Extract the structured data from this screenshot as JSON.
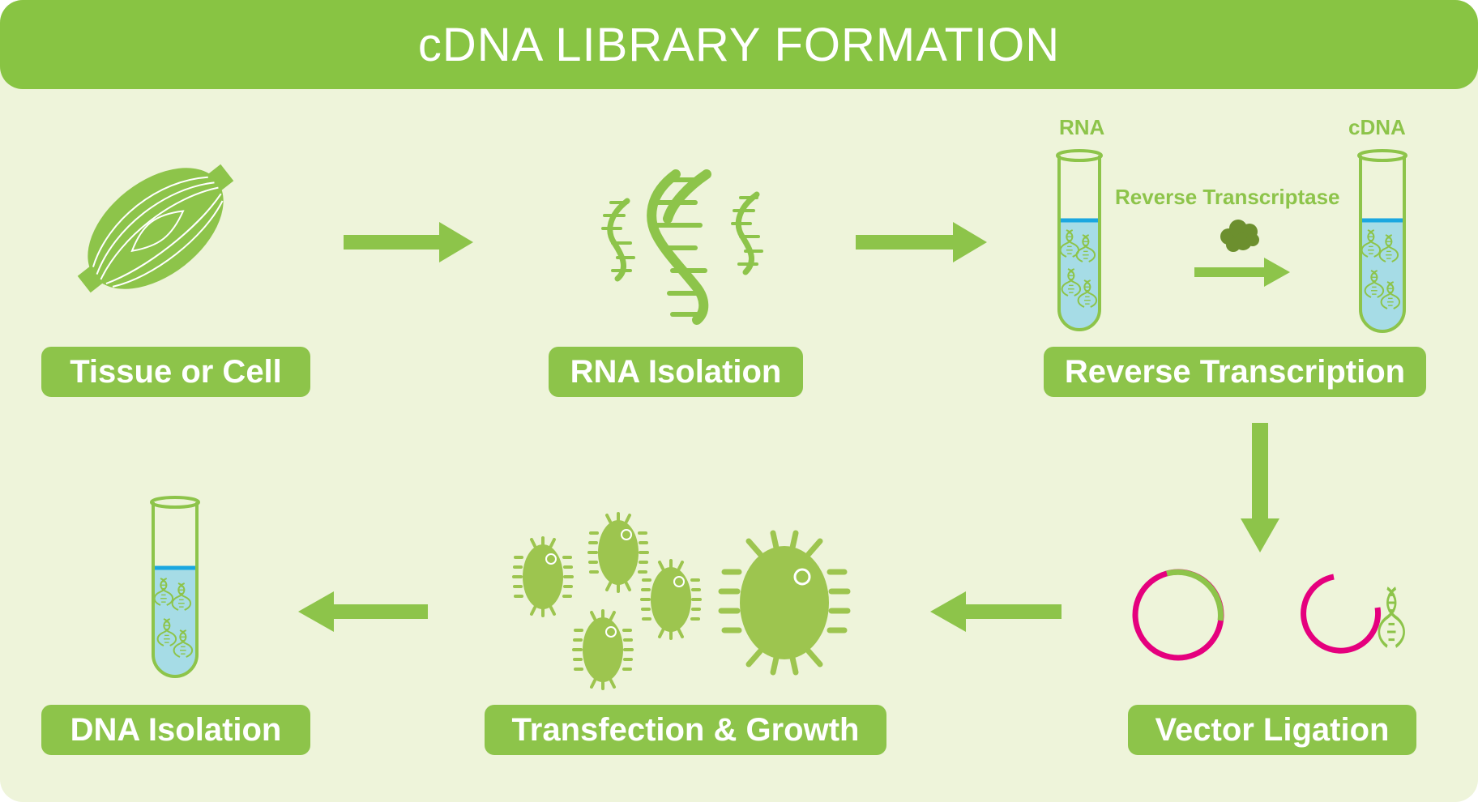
{
  "title": "cDNA LIBRARY FORMATION",
  "steps": [
    {
      "label": "Tissue or Cell"
    },
    {
      "label": "RNA Isolation"
    },
    {
      "label": "Reverse Transcription"
    },
    {
      "label": "Vector Ligation"
    },
    {
      "label": "Transfection & Growth"
    },
    {
      "label": "DNA Isolation"
    }
  ],
  "reverse_transcription": {
    "tube_left_label": "RNA",
    "tube_right_label": "cDNA",
    "enzyme_label": "Reverse Transcriptase"
  },
  "colors": {
    "green": "#8dc44a",
    "light_background": "#eef4da",
    "liquid": "#a6dce6",
    "liquid_top": "#1aa7e0",
    "vector": "#e5007e"
  }
}
